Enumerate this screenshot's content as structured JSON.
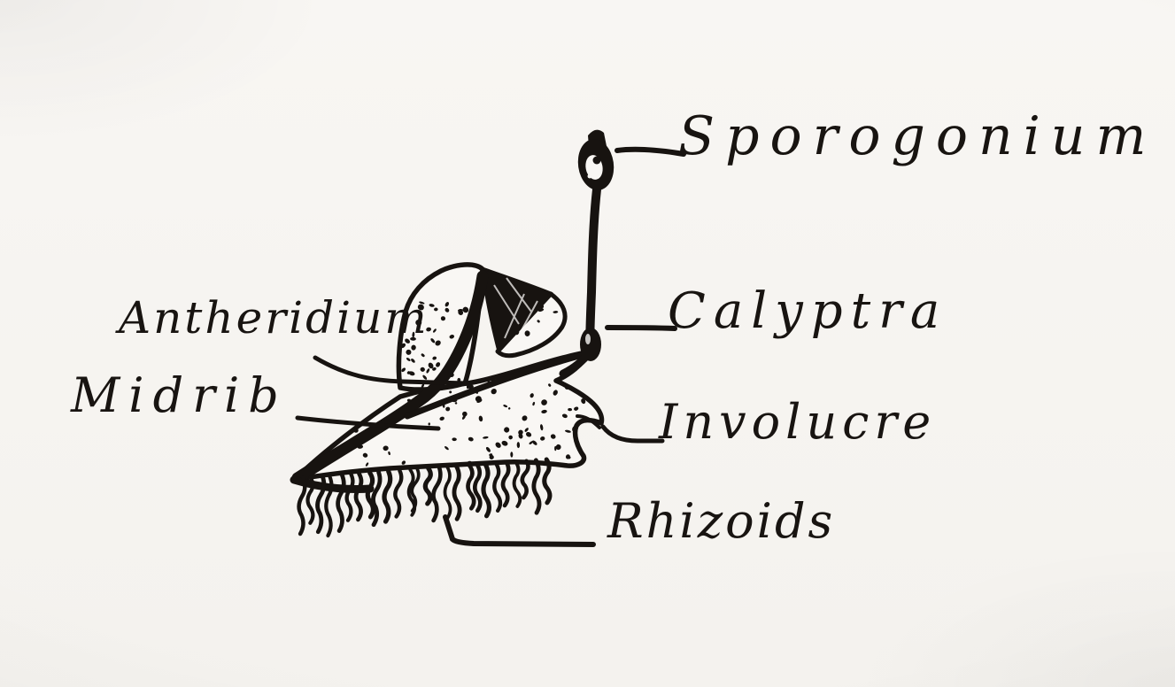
{
  "labels": {
    "sporogonium": "Sporogonium",
    "calyptra": "Calyptra",
    "antheridium": "Antheridium",
    "midrib": "Midrib",
    "involucre": "Involucre",
    "rhizoids": "Rhizoids"
  },
  "colors": {
    "ink": "#171310",
    "paper": "#f8f6f3"
  }
}
